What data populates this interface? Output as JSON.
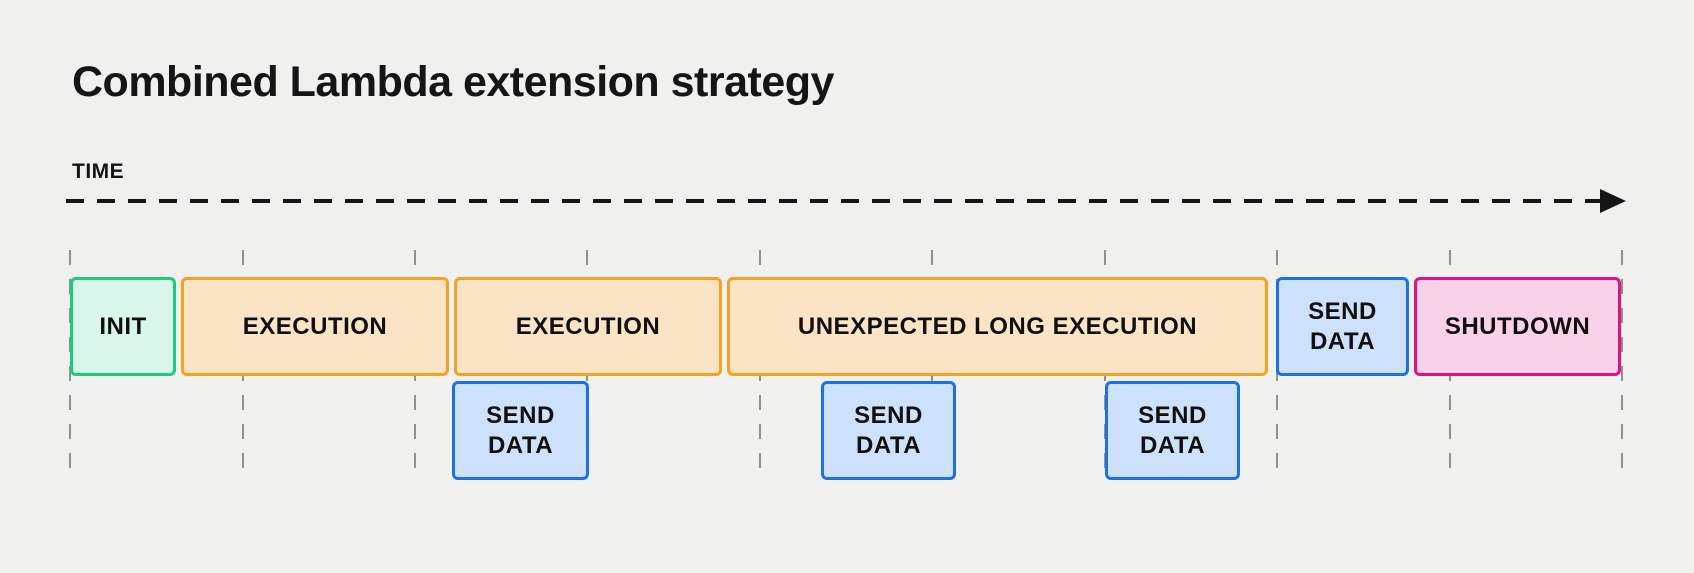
{
  "title": "Combined Lambda extension strategy",
  "timeline": {
    "label": "TIME",
    "direction": "left-to-right",
    "style": "dashed-arrow"
  },
  "colors": {
    "bg": "#F0F0EF",
    "ink": "#151515",
    "grid": "#909090",
    "green-border": "#1FC97D",
    "green-fill": "#D9F7E8",
    "orange-border": "#F3A226",
    "orange-fill": "#FBE4C6",
    "blue-border": "#1C70E8",
    "blue-fill": "#CDE1FA",
    "pink-border": "#E2127F",
    "pink-fill": "#FAD2E8"
  },
  "phases": [
    {
      "label": "INIT",
      "kind": "init",
      "color": "green"
    },
    {
      "label": "EXECUTION",
      "kind": "execution",
      "color": "orange"
    },
    {
      "label": "EXECUTION",
      "kind": "execution",
      "color": "orange"
    },
    {
      "label": "UNEXPECTED LONG EXECUTION",
      "kind": "execution",
      "color": "orange"
    },
    {
      "label": "SEND DATA",
      "kind": "extension-flush",
      "color": "blue"
    },
    {
      "label": "SHUTDOWN",
      "kind": "shutdown",
      "color": "pink"
    }
  ],
  "extension_events": [
    {
      "label": "SEND DATA",
      "occurs_during": "EXECUTION",
      "color": "blue"
    },
    {
      "label": "SEND DATA",
      "occurs_during": "UNEXPECTED LONG EXECUTION",
      "color": "blue"
    },
    {
      "label": "SEND DATA",
      "occurs_during": "UNEXPECTED LONG EXECUTION",
      "color": "blue"
    }
  ],
  "grid": {
    "line_count": 10,
    "style": "vertical-dashed"
  }
}
